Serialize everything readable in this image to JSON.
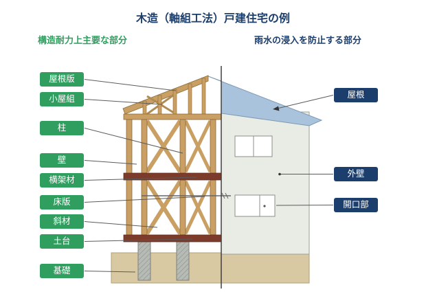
{
  "title": "木造（軸組工法）戸建住宅の例",
  "left_section": {
    "heading": "構造耐力上主要な部分",
    "labels": [
      "屋根版",
      "小屋組",
      "柱",
      "壁",
      "横架材",
      "床版",
      "斜材",
      "土台",
      "基礎"
    ]
  },
  "right_section": {
    "heading": "雨水の浸入を防止する部分",
    "labels": [
      "屋根",
      "外壁",
      "開口部"
    ]
  },
  "colors": {
    "label_green": "#2f9e5f",
    "label_navy": "#1c3e6d",
    "title_navy": "#1c3e6d",
    "roof_blue": "#a9c3dd",
    "wall_gray": "#e9ebe5",
    "wood_tan": "#c99f63",
    "beam_red": "#7d3c2b",
    "foundation_tan": "#d9c9a2",
    "concrete_gray": "#b7bbb5"
  }
}
